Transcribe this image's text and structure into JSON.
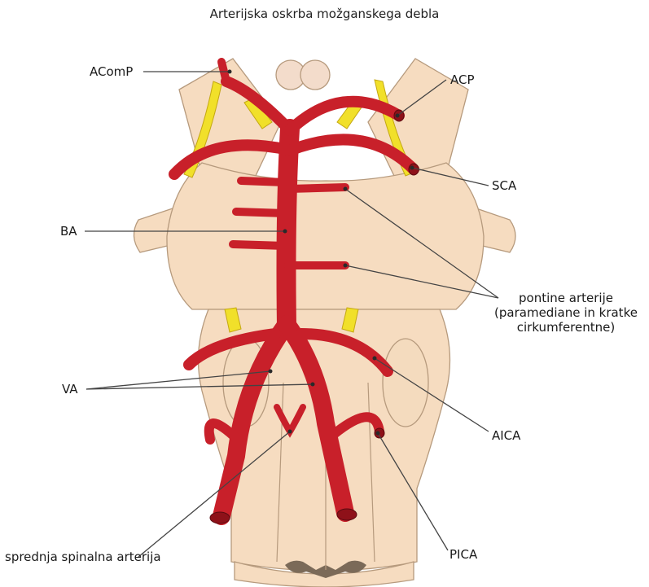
{
  "title": "Arterijska oskrba možganskega debla",
  "labels": {
    "acomp": "AComP",
    "acp": "ACP",
    "sca": "SCA",
    "ba": "BA",
    "pontine_line1": "pontine arterije",
    "pontine_line2": "(paramediane in kratke",
    "pontine_line3": "cirkumferentne)",
    "va": "VA",
    "aica": "AICA",
    "spinal": "sprednja spinalna arterija",
    "pica": "PICA"
  },
  "colors": {
    "artery": "#c8202a",
    "artery_dark": "#8e1119",
    "nerve": "#f1e02a",
    "tissue": "#f6dcc0",
    "tissue_outline": "#b69a7d",
    "leader": "#444444"
  }
}
